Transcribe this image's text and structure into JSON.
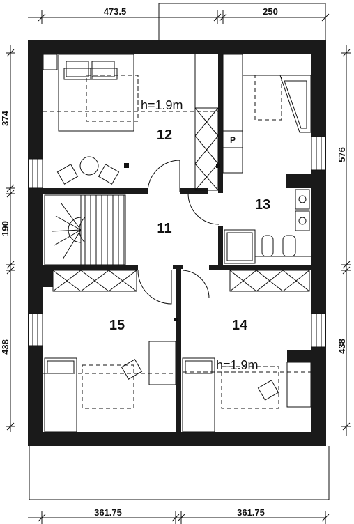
{
  "dimensions": {
    "top_left": "473.5",
    "top_right": "250",
    "bottom_left": "361.75",
    "bottom_right": "361.75",
    "left_top": "374",
    "left_middle": "190",
    "left_bottom": "438",
    "right_top": "576",
    "right_bottom": "438"
  },
  "rooms": {
    "r12": "12",
    "r11": "11",
    "r13": "13",
    "r14": "14",
    "r15": "15"
  },
  "annotations": {
    "height_top": "h=1.9m",
    "height_bottom": "h=1.9m",
    "pantry_label": "P"
  },
  "colors": {
    "wall": "#1a1a1a",
    "line": "#111111"
  }
}
